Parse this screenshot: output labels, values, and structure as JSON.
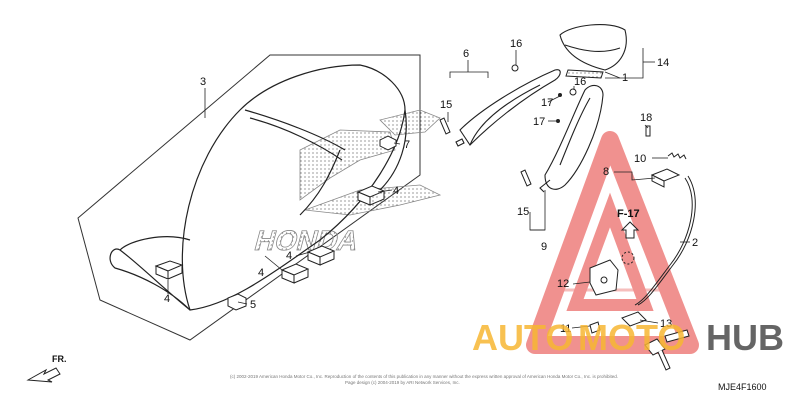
{
  "diagram": {
    "code": "MJE4F1600",
    "fr_label": "FR.",
    "ref_label": "F-17",
    "brand_text": "HONDA",
    "copyright_line1": "(c) 2002-2019 American Honda Motor Co., Inc. Reproduction of the contents of this publication in any manner without the express written approval of American Honda Motor Co., Inc. is prohibited.",
    "copyright_line2": "Page design (c) 2004-2019 by ARI Network Services, Inc.",
    "parts": [
      "1",
      "2",
      "3",
      "4",
      "5",
      "6",
      "7",
      "8",
      "9",
      "10",
      "11",
      "12",
      "13",
      "14",
      "15",
      "16",
      "17",
      "18"
    ]
  },
  "callouts": {
    "p1": "1",
    "p2": "2",
    "p3": "3",
    "p4a": "4",
    "p4b": "4",
    "p4c": "4",
    "p4d": "4",
    "p5": "5",
    "p6": "6",
    "p7": "7",
    "p8": "8",
    "p9": "9",
    "p10": "10",
    "p11": "11",
    "p12": "12",
    "p13": "13",
    "p14": "14",
    "p15a": "15",
    "p15b": "15",
    "p16a": "16",
    "p16b": "16",
    "p17a": "17",
    "p17b": "17",
    "p18": "18"
  },
  "watermark": {
    "text_a": "AUTO",
    "text_b": "MOTO",
    "text_c": "HUB",
    "color_a": "#f7b733",
    "color_b": "#f7b733",
    "color_c": "#555555",
    "triangle_color": "#e53935"
  }
}
